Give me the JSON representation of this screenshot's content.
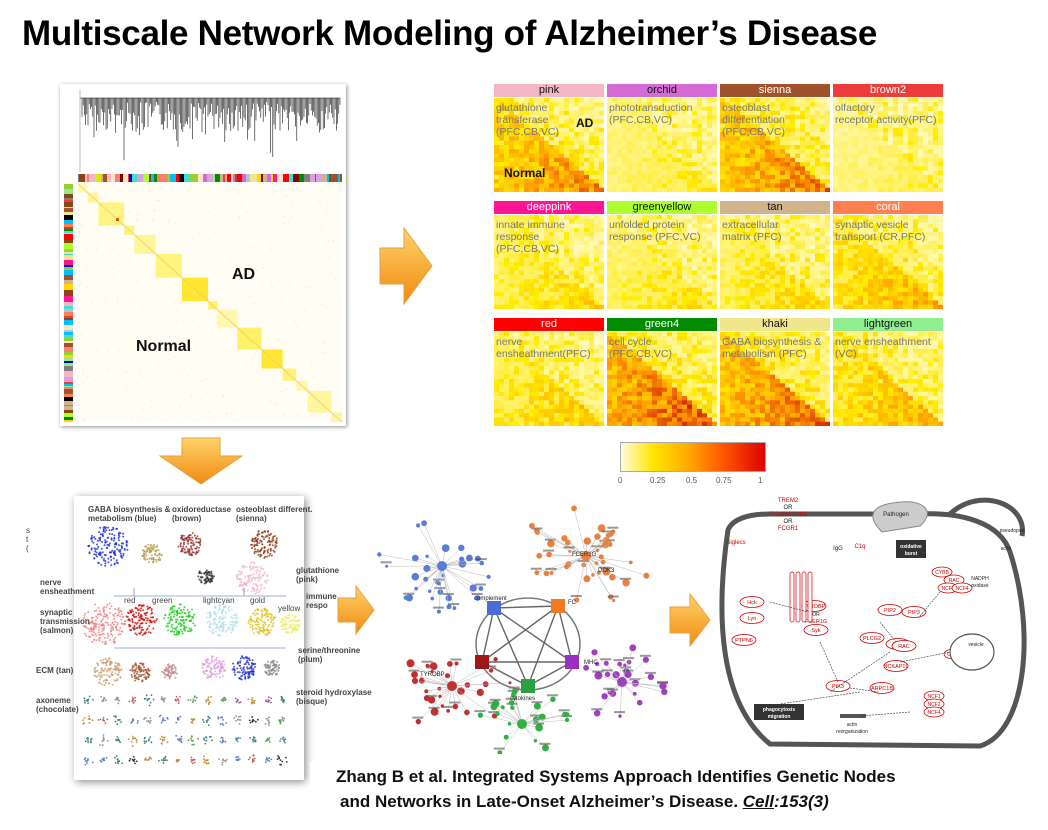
{
  "title": "Multiscale Network Modeling of Alzheimer’s Disease",
  "main_panel": {
    "label_ad": "AD",
    "label_normal": "Normal"
  },
  "modules": [
    {
      "name": "pink",
      "color": "#f4b6c6",
      "desc": [
        "glutathione",
        "transferase",
        "(PFC,CB,VC)"
      ],
      "intensity": 0.75,
      "extra_ad": "AD",
      "extra_normal": "Normal"
    },
    {
      "name": "orchid",
      "color": "#d36ad6",
      "desc": [
        "phototransduction",
        "(PFC,CB,VC)"
      ],
      "intensity": 0.35
    },
    {
      "name": "sienna",
      "color": "#a0522d",
      "desc": [
        "osteoblast",
        "differentiation",
        "(PFC,CB,VC)"
      ],
      "intensity": 0.8
    },
    {
      "name": "brown2",
      "color": "#ee3b3b",
      "desc": [
        "olfactory",
        "receptor activity(PFC)"
      ],
      "intensity": 0.3
    },
    {
      "name": "deeppink",
      "color": "#ff1493",
      "desc": [
        "innate immune",
        "response",
        "(PFC,CB,VC)"
      ],
      "intensity": 0.45
    },
    {
      "name": "greenyellow",
      "color": "#adff2f",
      "desc": [
        "unfolded protein",
        "response (PFC,VC)"
      ],
      "intensity": 0.4
    },
    {
      "name": "tan",
      "color": "#d2b48c",
      "desc": [
        "extracellular",
        "matrix (PFC)"
      ],
      "intensity": 0.45
    },
    {
      "name": "coral",
      "color": "#ff7f50",
      "desc": [
        "synaptic vesicle",
        "transport (CR,PFC)"
      ],
      "intensity": 0.6
    },
    {
      "name": "red",
      "color": "#ff0000",
      "desc": [
        "nerve",
        "ensheathment(PFC)"
      ],
      "intensity": 0.5
    },
    {
      "name": "green4",
      "color": "#008b00",
      "desc": [
        "cell cycle",
        "(PFC,CB,VC)"
      ],
      "intensity": 0.95
    },
    {
      "name": "khaki",
      "color": "#f0e68c",
      "desc": [
        "GABA biosynthesis &",
        "metabolism (PFC)"
      ],
      "intensity": 0.85
    },
    {
      "name": "lightgreen",
      "color": "#90ee90",
      "desc": [
        "nerve ensheathment",
        "(VC)"
      ],
      "intensity": 0.6
    }
  ],
  "scale_ticks": [
    "0",
    "0.25",
    "0.5",
    "0.75",
    "1"
  ],
  "module_map": {
    "labels": [
      "GABA biosynthesis &",
      "metabolism (blue)",
      "oxidoreductase",
      "(brown)",
      "osteoblast different.",
      "(sienna)",
      "glutathione",
      "(pink)",
      "nerve",
      "ensheathment",
      "immune",
      "respo",
      "synaptic",
      "transmission",
      "(salmon)",
      "red",
      "green",
      "lightcyan",
      "gold",
      "yellow",
      "serine/threonine",
      "(plum)",
      "ECM (tan)",
      "axoneme",
      "(chocolate)",
      "steroid hydroxylase",
      "(bisque)"
    ]
  },
  "network": {
    "hubs": [
      "complement",
      "FC",
      "MHC",
      "cytokines",
      "TYROBP",
      "DOK3"
    ],
    "nodes": [
      "SLC7A7",
      "CASP1",
      "ALOX5AP",
      "TLR2",
      "LY86",
      "CD33",
      "FCER1G",
      "SYK",
      "LAPTM5",
      "CD86",
      "HLA-DRA",
      "HLA-DPA1",
      "MS4A6A",
      "NCKAP1L",
      "ITGAM",
      "ITGB2",
      "C1QA",
      "C1QB",
      "C1QC",
      "S100A11",
      "CSF1R",
      "TREM2",
      "IL10RA",
      "PLEK",
      "CD53"
    ]
  },
  "pathway": {
    "labels": [
      "TREM2",
      "OR",
      "ITGAM/ITGB2",
      "OR",
      "FCGR1",
      "Pathogen",
      "IgG",
      "C1q",
      "oxidative",
      "burst",
      "Siglecs",
      "Hck",
      "Lyn",
      "PTPN6",
      "TYROBP",
      "OR",
      "FCER1G",
      "Syk",
      "PIP2",
      "PIP3",
      "VAV",
      "PLCG2",
      "RAC",
      "NCKAP1L",
      "ARPC1B",
      "PIK3",
      "CYBB",
      "CYBA",
      "RAC",
      "NCF2",
      "NCF4",
      "NADPH",
      "oxidase",
      "vesicle",
      "CYBB",
      "CYBA",
      "NCF1",
      "NCF2",
      "NCF4",
      "phagocytosis",
      "migration",
      "actin",
      "reorganization",
      "pseudopod",
      "actin"
    ]
  },
  "citation": {
    "line1": "Zhang B et al. Integrated Systems Approach Identifies Genetic Nodes",
    "line2": "and Networks in Late-Onset Alzheimer’s Disease. ",
    "journal": "Cell",
    "issue": ":153(3)"
  }
}
